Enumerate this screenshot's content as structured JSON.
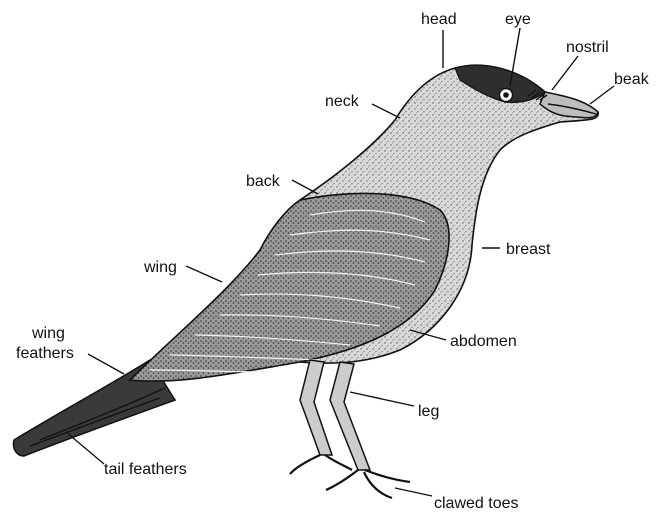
{
  "diagram": {
    "labels": {
      "head": "head",
      "eye": "eye",
      "nostril": "nostril",
      "beak": "beak",
      "neck": "neck",
      "back": "back",
      "breast": "breast",
      "wing": "wing",
      "wing_feathers_line1": "wing",
      "wing_feathers_line2": "feathers",
      "abdomen": "abdomen",
      "leg": "leg",
      "tail_feathers": "tail feathers",
      "clawed_toes": "clawed toes"
    },
    "colors": {
      "ink": "#111111",
      "light_body": "#cfcfcf",
      "dark_wing": "#3a3a3a",
      "paper": "#ffffff"
    }
  }
}
